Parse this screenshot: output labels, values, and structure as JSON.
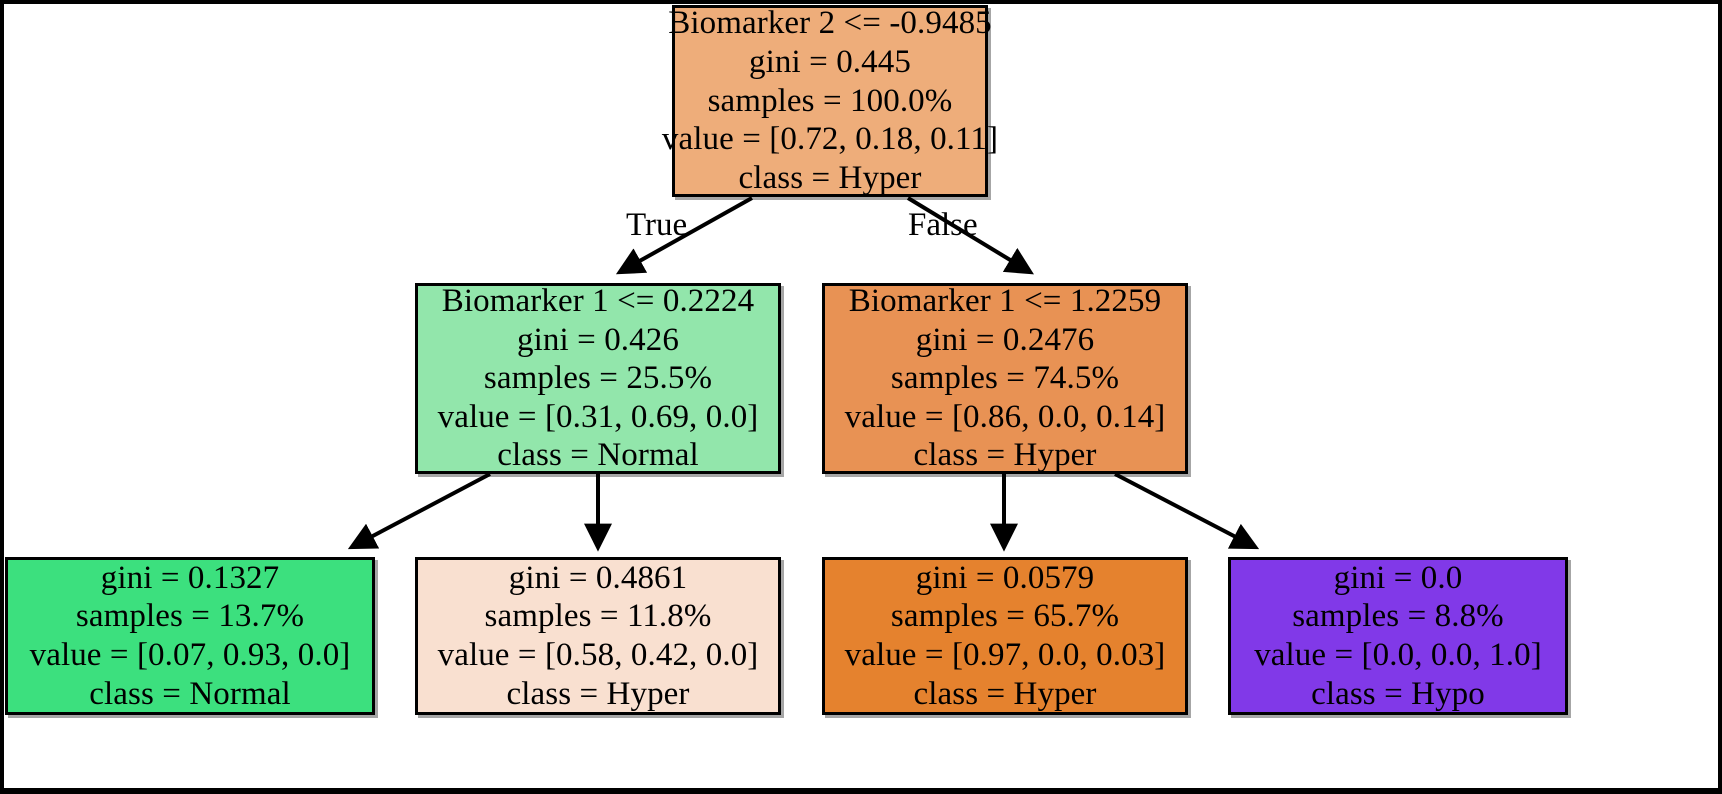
{
  "diagram": {
    "type": "decision-tree",
    "title": "",
    "criterion": "gini",
    "class_names": [
      "Hyper",
      "Normal",
      "Hypo"
    ],
    "feature_names": [
      "Biomarker 1",
      "Biomarker 2"
    ],
    "edge_labels": {
      "true": "True",
      "false": "False"
    },
    "colors": {
      "root": "#eead7a",
      "left_child": "#92e6ab",
      "right_child": "#e89254",
      "leaf_1": "#3ce07e",
      "leaf_2": "#f9e0d0",
      "leaf_3": "#e5822e",
      "leaf_4": "#8139e8",
      "border": "#000000",
      "text": "#000000",
      "background": "#ffffff"
    }
  },
  "nodes": {
    "root": {
      "id": "root",
      "condition": "Biomarker 2 <= -0.9485",
      "gini": "gini = 0.445",
      "samples": "samples = 100.0%",
      "value": "value = [0.72, 0.18, 0.11]",
      "class": "class = Hyper",
      "gini_value": 0.445,
      "samples_pct": 100.0,
      "value_array": [
        0.72,
        0.18,
        0.11
      ],
      "class_name": "Hyper",
      "color": "#eead7a"
    },
    "left_child": {
      "id": "left_child",
      "condition": "Biomarker 1 <= 0.2224",
      "gini": "gini = 0.426",
      "samples": "samples = 25.5%",
      "value": "value = [0.31, 0.69, 0.0]",
      "class": "class = Normal",
      "gini_value": 0.426,
      "samples_pct": 25.5,
      "value_array": [
        0.31,
        0.69,
        0.0
      ],
      "class_name": "Normal",
      "color": "#92e6ab"
    },
    "right_child": {
      "id": "right_child",
      "condition": "Biomarker 1 <= 1.2259",
      "gini": "gini = 0.2476",
      "samples": "samples = 74.5%",
      "value": "value = [0.86, 0.0, 0.14]",
      "class": "class = Hyper",
      "gini_value": 0.2476,
      "samples_pct": 74.5,
      "value_array": [
        0.86,
        0.0,
        0.14
      ],
      "class_name": "Hyper",
      "color": "#e89254"
    },
    "leaf_1": {
      "id": "leaf_1",
      "gini": "gini = 0.1327",
      "samples": "samples = 13.7%",
      "value": "value = [0.07, 0.93, 0.0]",
      "class": "class = Normal",
      "gini_value": 0.1327,
      "samples_pct": 13.7,
      "value_array": [
        0.07,
        0.93,
        0.0
      ],
      "class_name": "Normal",
      "color": "#3ce07e"
    },
    "leaf_2": {
      "id": "leaf_2",
      "gini": "gini = 0.4861",
      "samples": "samples = 11.8%",
      "value": "value = [0.58, 0.42, 0.0]",
      "class": "class = Hyper",
      "gini_value": 0.4861,
      "samples_pct": 11.8,
      "value_array": [
        0.58,
        0.42,
        0.0
      ],
      "class_name": "Hyper",
      "color": "#f9e0d0"
    },
    "leaf_3": {
      "id": "leaf_3",
      "gini": "gini = 0.0579",
      "samples": "samples = 65.7%",
      "value": "value = [0.97, 0.0, 0.03]",
      "class": "class = Hyper",
      "gini_value": 0.0579,
      "samples_pct": 65.7,
      "value_array": [
        0.97,
        0.0,
        0.03
      ],
      "class_name": "Hyper",
      "color": "#e5822e"
    },
    "leaf_4": {
      "id": "leaf_4",
      "gini": "gini = 0.0",
      "samples": "samples = 8.8%",
      "value": "value = [0.0, 0.0, 1.0]",
      "class": "class = Hypo",
      "gini_value": 0.0,
      "samples_pct": 8.8,
      "value_array": [
        0.0,
        0.0,
        1.0
      ],
      "class_name": "Hypo",
      "color": "#8139e8"
    }
  }
}
